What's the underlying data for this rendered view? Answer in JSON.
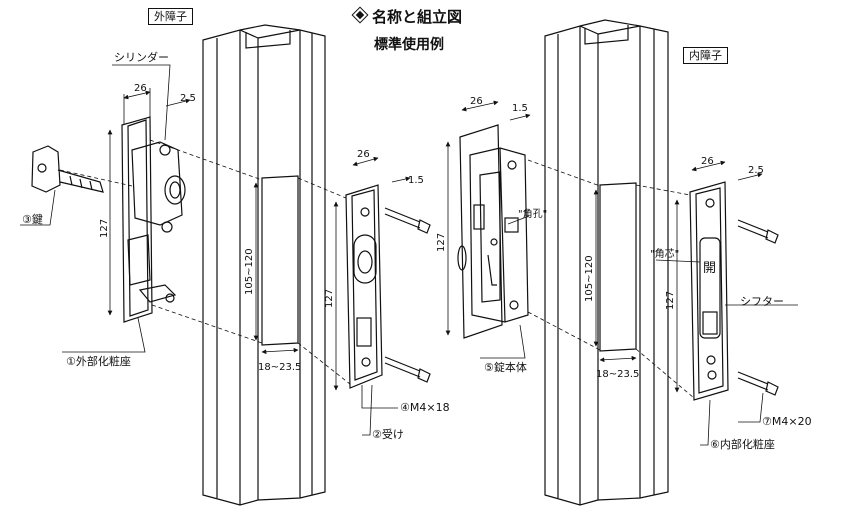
{
  "title": "名称と組立図",
  "subtitle": "標準使用例",
  "section_outer": "外障子",
  "section_inner": "内障子",
  "labels": {
    "cylinder": "シリンダー",
    "key": "③鍵",
    "outer_escutcheon": "①外部化粧座",
    "strike": "②受け",
    "screw_m4x18": "④M4×18",
    "lock_body": "⑤錠本体",
    "square_hole": "\"角孔\"",
    "square_core": "\"角芯\"",
    "shifter": "シフター",
    "screw_m4x20": "⑦M4×20",
    "inner_escutcheon": "⑥内部化粧座",
    "open_mark": "開"
  },
  "dimensions": {
    "width_26": "26",
    "thick_25": "2.5",
    "thick_15": "1.5",
    "height_127": "127",
    "range_105_120": "105~120",
    "range_18_235": "18~23.5"
  },
  "colors": {
    "line": "#111111",
    "background": "#ffffff"
  }
}
